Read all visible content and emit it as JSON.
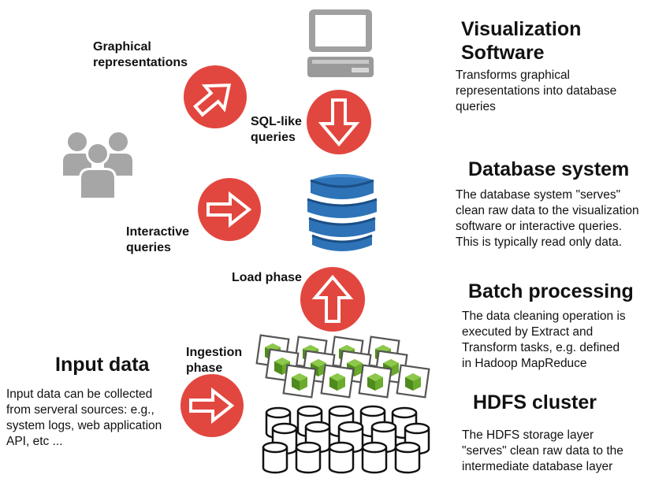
{
  "labels": {
    "graphical": "Graphical\nrepresentations",
    "sql": "SQL-like\nqueries",
    "interactive": "Interactive\nqueries",
    "load": "Load phase",
    "ingestion": "Ingestion\nphase"
  },
  "sections": {
    "visualization": {
      "title": "Visualization\nSoftware",
      "desc": "Transforms graphical\nrepresentations into database\nqueries"
    },
    "database": {
      "title": "Database system",
      "desc": "The database system \"serves\"\nclean raw data to the visualization\nsoftware or interactive queries.\nThis is typically read only data."
    },
    "batch": {
      "title": "Batch processing",
      "desc": " The data cleaning operation is\nexecuted by Extract and\nTransform tasks, e.g. defined\nin Hadoop MapReduce"
    },
    "hdfs": {
      "title": "HDFS cluster",
      "desc": "The HDFS storage layer\n\"serves\" clean raw data to the\nintermediate database layer"
    },
    "input": {
      "title": "Input data",
      "desc": "Input data can be collected\nfrom serveral sources: e.g.,\nsystem logs, web application\nAPI, etc ..."
    }
  },
  "colors": {
    "arrow_circle": "#e2473f",
    "database_blue": "#2e73b8",
    "cube_green": "#6aaa2c",
    "monitor_gray": "#9a9a9a",
    "users_gray": "#a6a6a6"
  },
  "icons": [
    "monitor-icon",
    "users-icon",
    "database-icon",
    "compute-cluster-icon",
    "storage-cluster-icon"
  ]
}
